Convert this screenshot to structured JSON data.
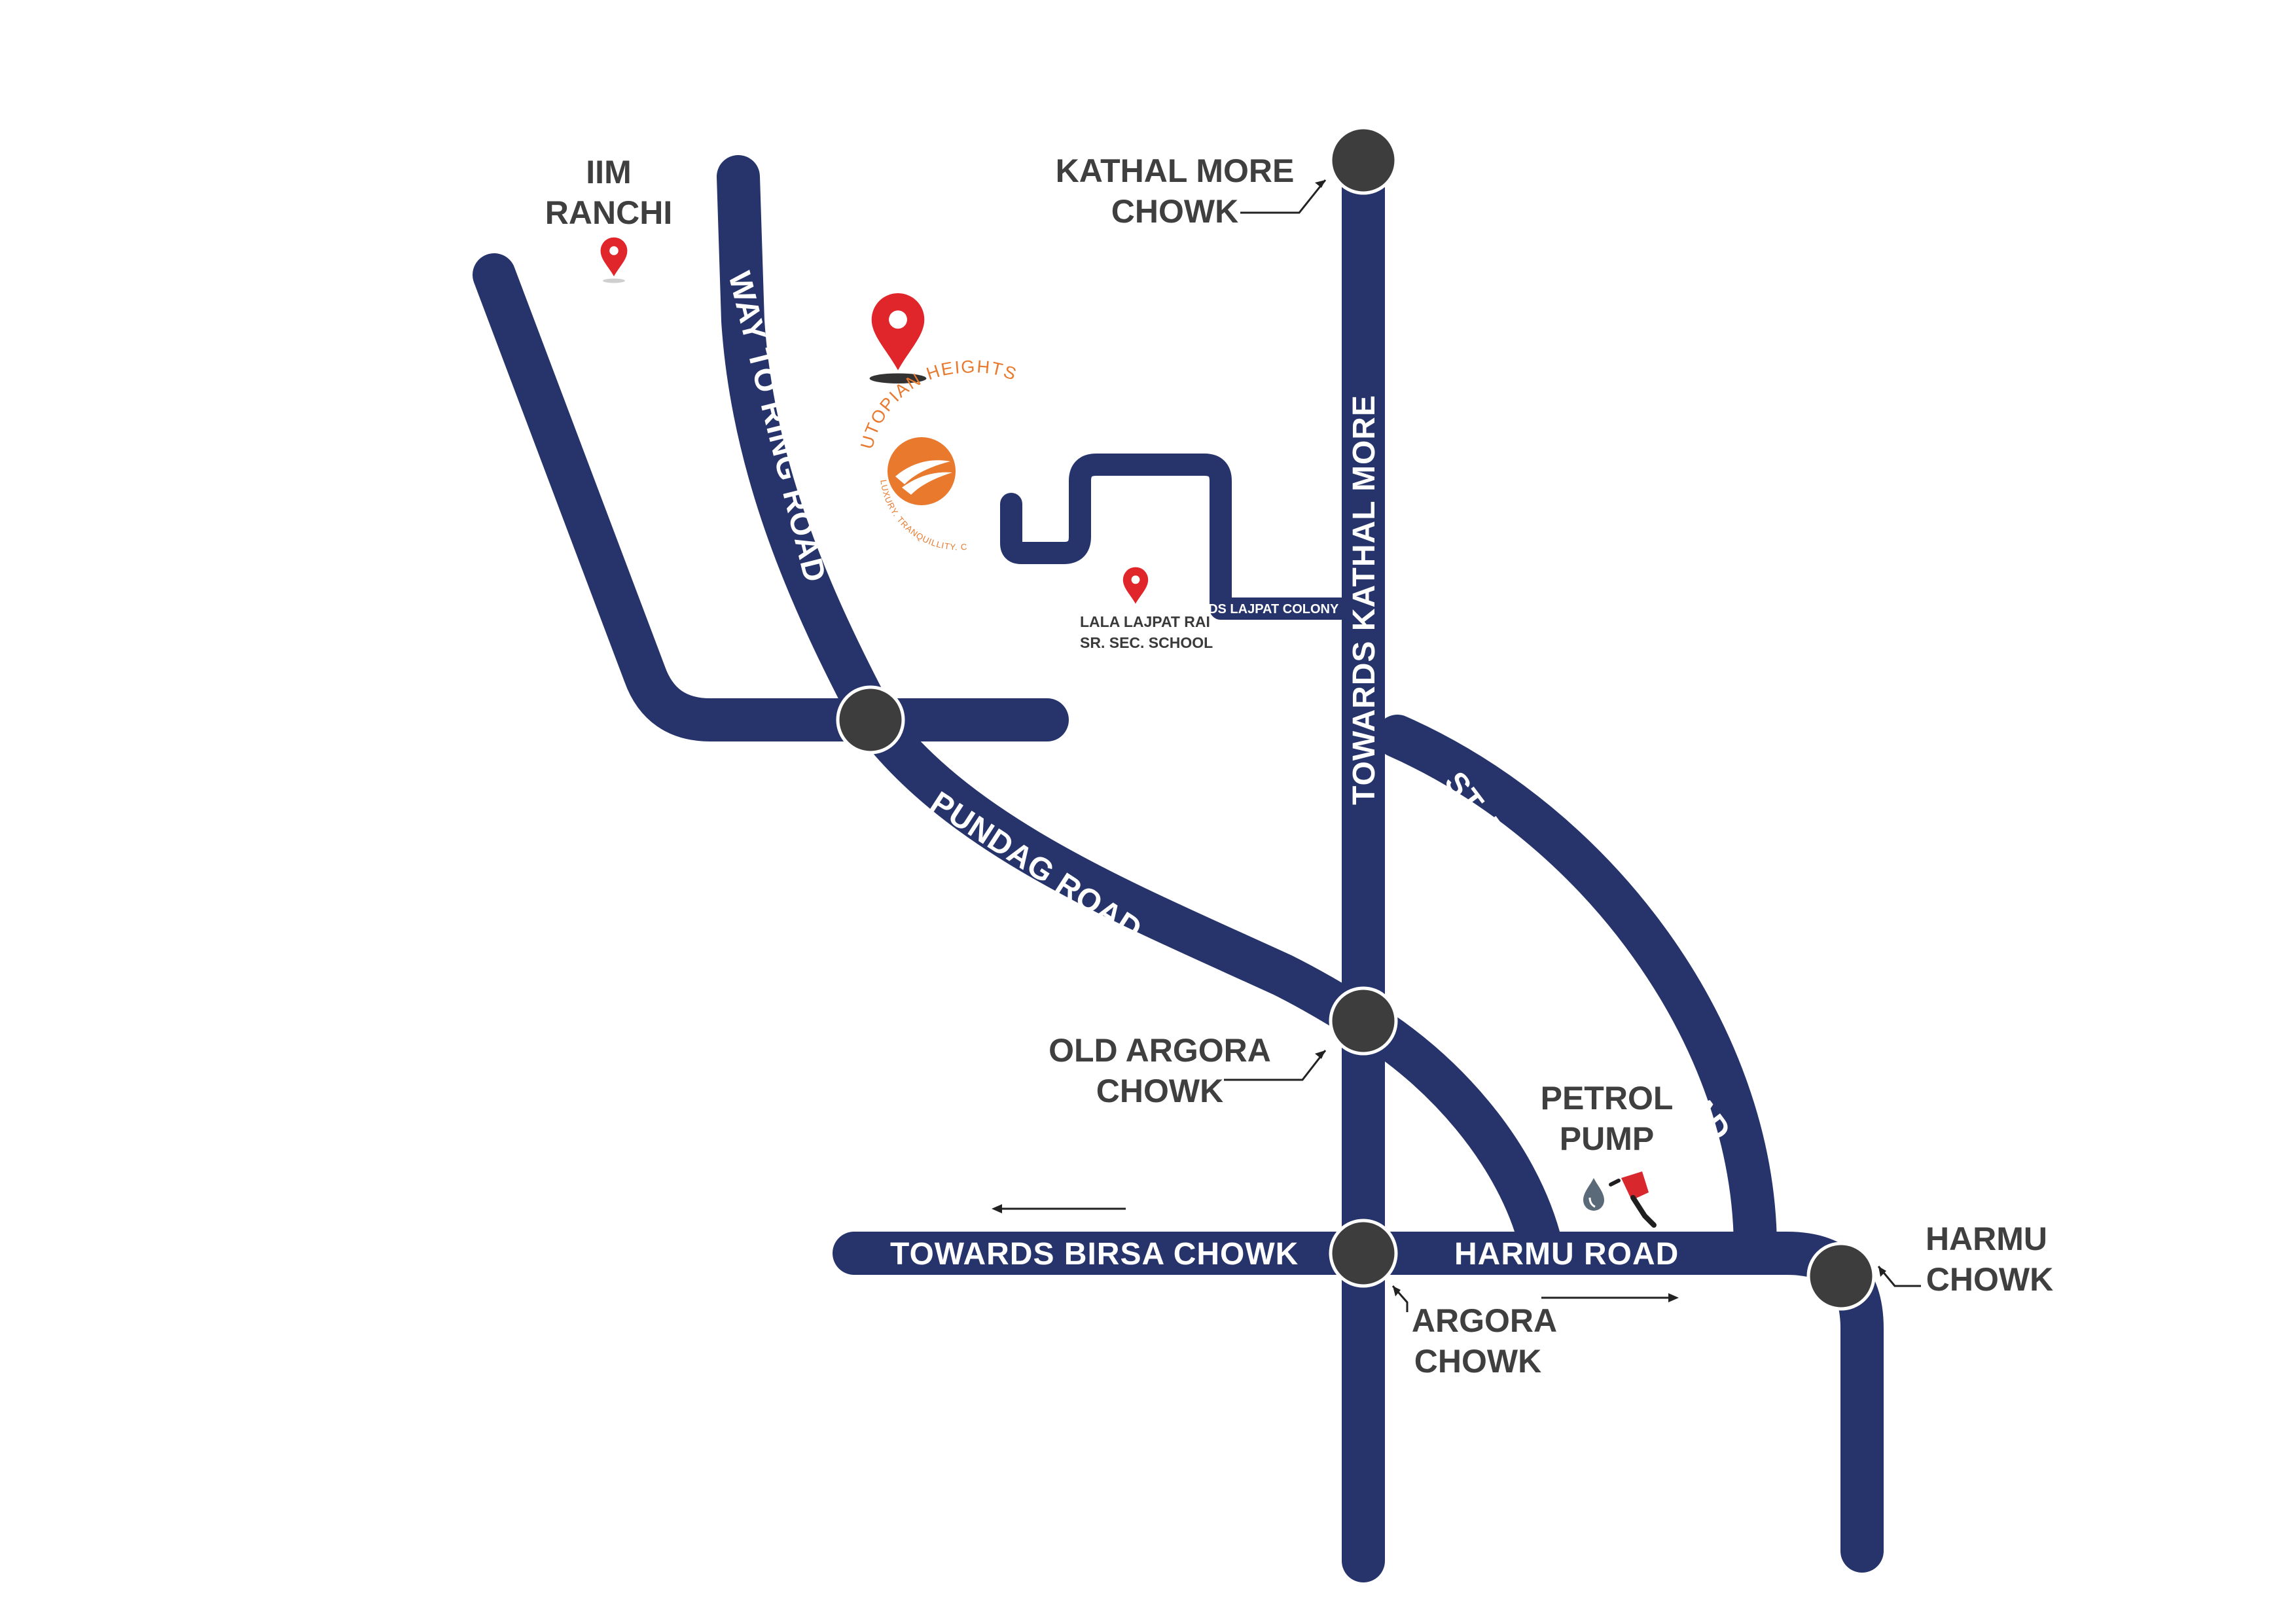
{
  "colors": {
    "road": "#26346b",
    "node": "#3d3d3d",
    "place_text": "#3f3f3f",
    "pin": "#e0262b",
    "brand_orange": "#e8792d"
  },
  "roads": {
    "way_to_ring_road": "WAY TO RING ROAD",
    "towards_kathal_more": "TOWARDS KATHAL MORE",
    "pundag_road": "PUNDAG ROAD",
    "st_francis_school_road": "ST. FRANCIS SCHOOL ROAD",
    "towards_birsa_chowk": "TOWARDS BIRSA CHOWK",
    "harmu_road": "HARMU ROAD",
    "towards_lajpat_colony": "TOWARDS LAJPAT COLONY"
  },
  "places": {
    "iim_ranchi": {
      "line1": "IIM",
      "line2": "RANCHI",
      "icon": "location-pin-icon"
    },
    "kathal_more_chowk": {
      "line1": "KATHAL MORE",
      "line2": "CHOWK"
    },
    "old_argora_chowk": {
      "line1": "OLD ARGORA",
      "line2": "CHOWK"
    },
    "argora_chowk": {
      "line1": "ARGORA",
      "line2": "CHOWK"
    },
    "harmu_chowk": {
      "line1": "HARMU",
      "line2": "CHOWK"
    },
    "petrol_pump": {
      "line1": "PETROL",
      "line2": "PUMP",
      "icon": "fuel-nozzle-icon"
    },
    "school": {
      "line1": "LALA LAJPAT RAI",
      "line2": "SR. SEC. SCHOOL",
      "icon": "location-pin-icon"
    }
  },
  "project": {
    "icon": "location-pin-icon",
    "logo_name": "UTOPIAN HEIGHTS",
    "logo_tagline": "LUXURY. TRANQUILLITY. COMFORT."
  }
}
